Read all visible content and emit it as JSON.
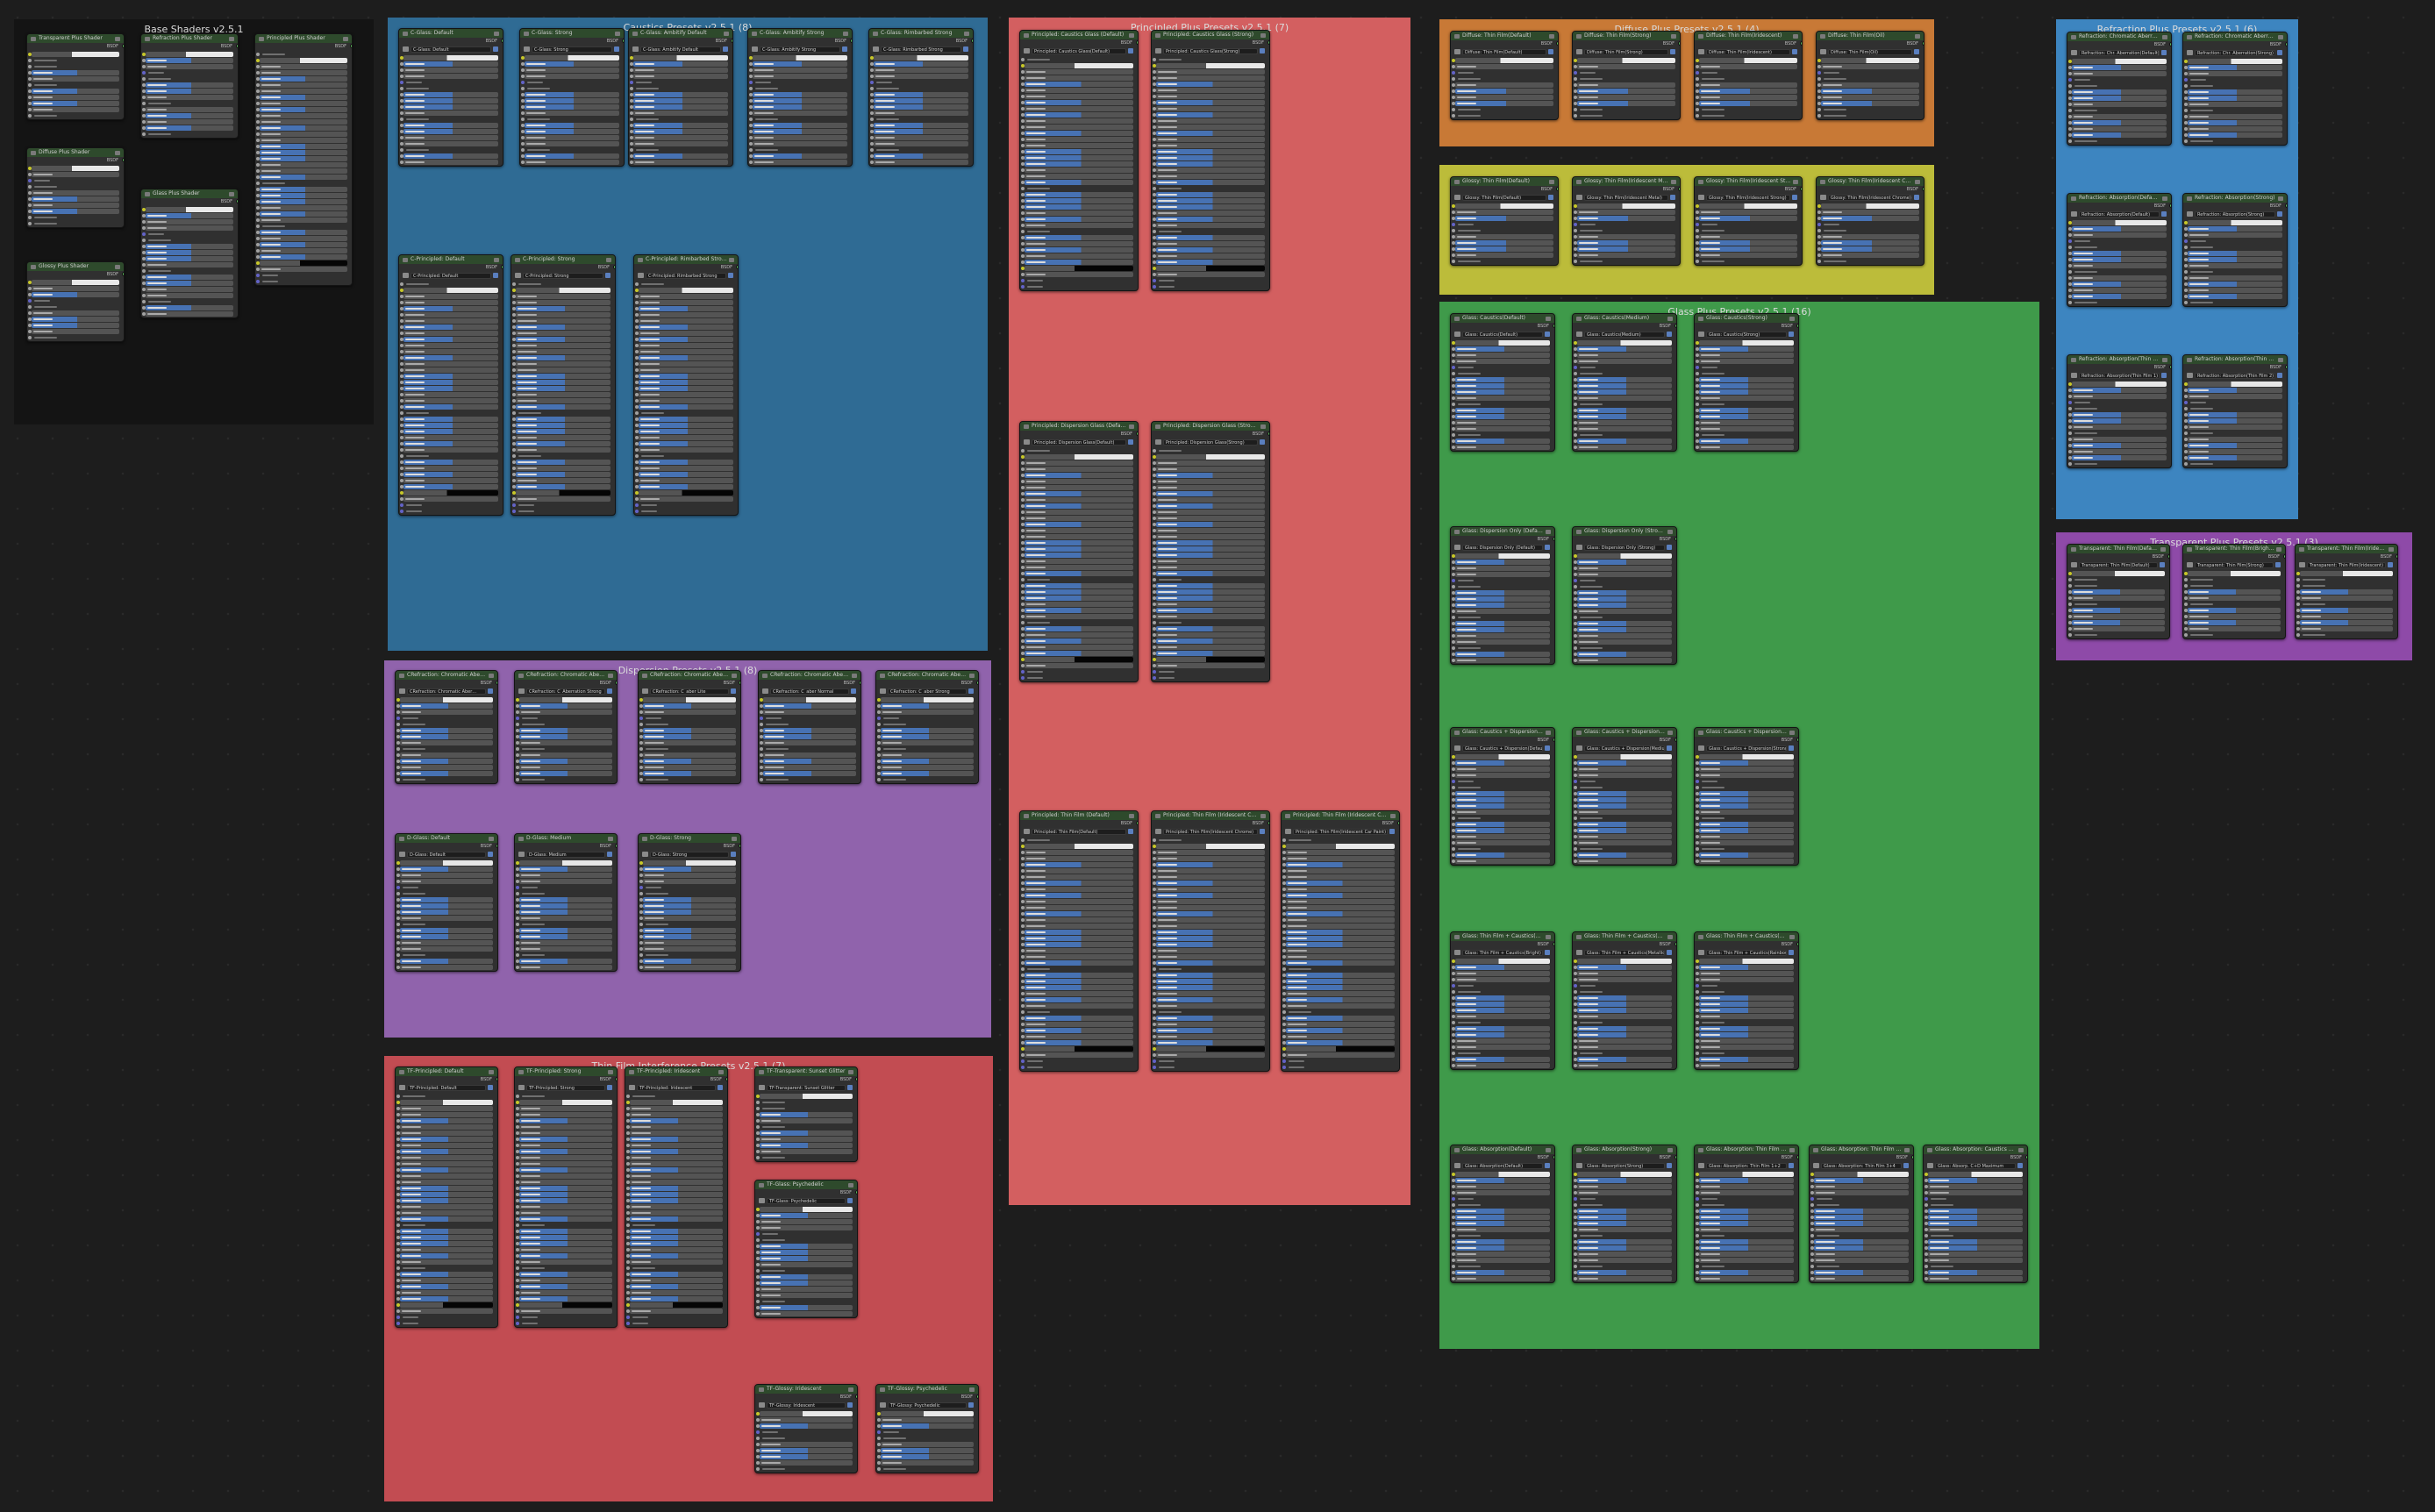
{
  "frames": [
    {
      "id": "base",
      "title": "Base Shaders v2.5.1",
      "color": "#141414",
      "nodes": [
        {
          "title": "Transparent Plus Shader",
          "kind": "trans",
          "rows": 11
        },
        {
          "title": "Diffuse Plus Shader",
          "kind": "diffuse",
          "rows": 10
        },
        {
          "title": "Glossy Plus Shader",
          "kind": "glossy",
          "rows": 10
        },
        {
          "title": "Refraction Plus Shader",
          "kind": "refr",
          "rows": 14
        },
        {
          "title": "Glass Plus Shader",
          "kind": "glass",
          "rows": 18
        },
        {
          "title": "Principled Plus Shader",
          "kind": "principled",
          "rows": 38
        }
      ]
    },
    {
      "id": "caustic",
      "title": "Caustics Presets v2.5.1 (8)",
      "color": "#2f6b94",
      "nodes": [
        {
          "title": "C-Glass: Default",
          "sel": "C-Glass: Default",
          "kind": "glass",
          "rows": 18
        },
        {
          "title": "C-Glass: Strong",
          "sel": "C-Glass: Strong",
          "kind": "glass",
          "rows": 18
        },
        {
          "title": "C-Glass: Ambitify Default",
          "sel": "C-Glass: Ambitify Default",
          "kind": "glass",
          "rows": 18
        },
        {
          "title": "C-Glass: Ambitify Strong",
          "sel": "C-Glass: Ambitify Strong",
          "kind": "glass",
          "rows": 18
        },
        {
          "title": "C-Glass: Rimbarbed Strong",
          "sel": "C-Glass: Rimbarbed Strong",
          "kind": "glass",
          "rows": 18
        },
        {
          "title": "C-Principled: Default",
          "sel": "C-Principled: Default",
          "kind": "principled",
          "rows": 38
        },
        {
          "title": "C-Principled: Strong",
          "sel": "C-Principled: Strong",
          "kind": "principled",
          "rows": 38
        },
        {
          "title": "C-Principled: Rimbarbed Strong",
          "sel": "C-Principled: Rimbarbed Strong",
          "kind": "principled",
          "rows": 38
        }
      ]
    },
    {
      "id": "dispersion",
      "title": "Dispersion Presets v2.5.1 (8)",
      "color": "#9063ac",
      "nodes": [
        {
          "title": "CRefraction: Chromatic Aberration Normal",
          "sel": "CRefraction: Chromatic Aber…",
          "kind": "refr",
          "rows": 14
        },
        {
          "title": "CRefraction: Chromatic Aberration Strong",
          "sel": "CRefraction: C_Aberration Strong",
          "kind": "refr",
          "rows": 14
        },
        {
          "title": "CRefraction: Chromatic Aberration Lite",
          "sel": "CRefraction: C_aber Lite",
          "kind": "refr",
          "rows": 14
        },
        {
          "title": "CRefraction: Chromatic Aberration Normal",
          "sel": "CRefraction: C_aber Normal",
          "kind": "refr",
          "rows": 14
        },
        {
          "title": "CRefraction: Chromatic Aberration Strong",
          "sel": "CRefraction: C_aber Strong",
          "kind": "refr",
          "rows": 14
        },
        {
          "title": "D-Glass: Default",
          "sel": "D-Glass: Default",
          "kind": "glass",
          "rows": 18
        },
        {
          "title": "D-Glass: Medium",
          "sel": "D-Glass: Medium",
          "kind": "glass",
          "rows": 18
        },
        {
          "title": "D-Glass: Strong",
          "sel": "D-Glass: Strong",
          "kind": "glass",
          "rows": 18
        }
      ]
    },
    {
      "id": "thinfilm",
      "title": "Thin Film Interference Presets v2.5.1 (7)",
      "color": "#c24c52",
      "nodes": [
        {
          "title": "TF-Principled: Default",
          "sel": "TF-Principled: Default",
          "kind": "principled",
          "rows": 38
        },
        {
          "title": "TF-Principled: Strong",
          "sel": "TF-Principled: Strong",
          "kind": "principled",
          "rows": 38
        },
        {
          "title": "TF-Principled: Iridescent",
          "sel": "TF-Principled: Iridescent",
          "kind": "principled",
          "rows": 38
        },
        {
          "title": "TF-Transparent: Sunset Glitter",
          "sel": "TF-Transparent: Sunset Glitter",
          "kind": "trans",
          "rows": 11
        },
        {
          "title": "TF-Glass: Psychedelic",
          "sel": "TF-Glass: Psychedelic",
          "kind": "glass",
          "rows": 18
        },
        {
          "title": "TF-Glossy: Iridescent",
          "sel": "TF-Glossy: Iridescent",
          "kind": "glossy",
          "rows": 10
        },
        {
          "title": "TF-Glossy: Psychedelic",
          "sel": "TF-Glossy: Psychedelic",
          "kind": "glossy",
          "rows": 10
        }
      ]
    },
    {
      "id": "principled",
      "title": "Principled Plus Presets v2.5.1 (7)",
      "color": "#d35f60",
      "nodes": [
        {
          "title": "Principled: Caustics Glass (Default)",
          "sel": "Principled: Caustics Glass(Default)",
          "kind": "principled",
          "rows": 38
        },
        {
          "title": "Principled: Caustics Glass (Strong)",
          "sel": "Principled: Caustics Glass(Strong)",
          "kind": "principled",
          "rows": 38
        },
        {
          "title": "Principled: Dispersion Glass (Default)",
          "sel": "Principled: Dispersion Glass(Default)",
          "kind": "principled",
          "rows": 38
        },
        {
          "title": "Principled: Dispersion Glass (Strong)",
          "sel": "Principled: Dispersion Glass(Strong)",
          "kind": "principled",
          "rows": 38
        },
        {
          "title": "Principled: Thin Film (Default)",
          "sel": "Principled: Thin Film(Default)",
          "kind": "principled",
          "rows": 38
        },
        {
          "title": "Principled: Thin Film (Iridescent Chrome)",
          "sel": "Principled: Thin Film(Iridescent Chrome)",
          "kind": "principled",
          "rows": 38
        },
        {
          "title": "Principled: Thin Film (Iridescent Car Paint)",
          "sel": "Principled: Thin Film(Iridescent Car Paint)",
          "kind": "principled",
          "rows": 38
        }
      ]
    },
    {
      "id": "diffuse",
      "title": "Diffuse Plus Presets v2.5.1 (4)",
      "color": "#c87936",
      "nodes": [
        {
          "title": "Diffuse: Thin Film(Default)",
          "sel": "Diffuse: Thin Film(Default)",
          "kind": "diffuse",
          "rows": 10
        },
        {
          "title": "Diffuse: Thin Film(Strong)",
          "sel": "Diffuse: Thin Film(Strong)",
          "kind": "diffuse",
          "rows": 10
        },
        {
          "title": "Diffuse: Thin Film(Iridescent)",
          "sel": "Diffuse: Thin Film(Iridescent)",
          "kind": "diffuse",
          "rows": 10
        },
        {
          "title": "Diffuse: Thin Film(Oil)",
          "sel": "Diffuse: Thin Film(Oil)",
          "kind": "diffuse",
          "rows": 10
        }
      ]
    },
    {
      "id": "glossy",
      "title": "",
      "color": "#bcbc3a",
      "nodes": [
        {
          "title": "Glossy: Thin Film(Default)",
          "sel": "Glossy: Thin Film(Default)",
          "kind": "glossy",
          "rows": 10
        },
        {
          "title": "Glossy: Thin Film(Iridescent Metal)",
          "sel": "Glossy: Thin Film(Iridescent Metal)",
          "kind": "glossy",
          "rows": 10
        },
        {
          "title": "Glossy: Thin Film(Iridescent Strong)",
          "sel": "Glossy: Thin Film(Iridescent Strong)",
          "kind": "glossy",
          "rows": 10
        },
        {
          "title": "Glossy: Thin Film(Iridescent Chrome)",
          "sel": "Glossy: Thin Film(Iridescent Chrome)",
          "kind": "glossy",
          "rows": 10
        }
      ]
    },
    {
      "id": "glass",
      "title": "Glass Plus Presets v2.5.1 (16)",
      "color": "#3f9a4a",
      "nodes": [
        {
          "title": "Glass: Caustics(Default)",
          "sel": "Glass: Caustics(Default)",
          "kind": "glass",
          "rows": 18
        },
        {
          "title": "Glass: Caustics(Medium)",
          "sel": "Glass: Caustics(Medium)",
          "kind": "glass",
          "rows": 18
        },
        {
          "title": "Glass: Caustics(Strong)",
          "sel": "Glass: Caustics(Strong)",
          "kind": "glass",
          "rows": 18
        },
        {
          "title": "Glass: Dispersion Only (Default Ab…",
          "sel": "Glass: Dispersion Only (Default)",
          "kind": "glass",
          "rows": 18
        },
        {
          "title": "Glass: Dispersion Only (Strong Ab…",
          "sel": "Glass: Dispersion Only (Strong)",
          "kind": "glass",
          "rows": 18
        },
        {
          "title": "Glass: Caustics + Dispersion(Default)",
          "sel": "Glass: Caustics + Dispersion(Default)",
          "kind": "glass",
          "rows": 18
        },
        {
          "title": "Glass: Caustics + Dispersion(Medium)",
          "sel": "Glass: Caustics + Dispersion(Medium)",
          "kind": "glass",
          "rows": 18
        },
        {
          "title": "Glass: Caustics + Dispersion(Strong)",
          "sel": "Glass: Caustics + Dispersion(Strong)",
          "kind": "glass",
          "rows": 18
        },
        {
          "title": "Glass: Thin Film + Caustics(Bright Col…",
          "sel": "Glass: Thin Film + Caustics(Bright)",
          "kind": "glass",
          "rows": 18
        },
        {
          "title": "Glass: Thin Film + Caustics(Metallic)",
          "sel": "Glass: Thin Film + Caustics(Metallic)",
          "kind": "glass",
          "rows": 18
        },
        {
          "title": "Glass: Thin Film + Caustics(Rainbow)",
          "sel": "Glass: Thin Film + Caustics(Rainbow)",
          "kind": "glass",
          "rows": 18
        },
        {
          "title": "Glass: Absorption(Default)",
          "sel": "Glass: Absorption(Default)",
          "kind": "glass",
          "rows": 18
        },
        {
          "title": "Glass: Absorption(Strong)",
          "sel": "Glass: Absorption(Strong)",
          "kind": "glass",
          "rows": 18
        },
        {
          "title": "Glass: Absorption: Thin Film 1+2",
          "sel": "Glass: Absorption: Thin Film 1+2",
          "kind": "glass",
          "rows": 18
        },
        {
          "title": "Glass: Absorption: Thin Film 3+4",
          "sel": "Glass: Absorption: Thin Film 3+4",
          "kind": "glass",
          "rows": 18
        },
        {
          "title": "Glass: Absorption: Caustics + Dispersion",
          "sel": "Glass: Absorp. C+D Maximum",
          "kind": "glass",
          "rows": 18
        }
      ]
    },
    {
      "id": "refraction",
      "title": "Refraction Plus Presets v2.5.1 (6)",
      "color": "#3d85c0",
      "nodes": [
        {
          "title": "Refraction: Chromatic Aberration(Default)",
          "sel": "Refraction: Chr. Aberration(Default)",
          "kind": "refr",
          "rows": 14
        },
        {
          "title": "Refraction: Chromatic Aberration(Strong)",
          "sel": "Refraction: Chr. Aberration(Strong)",
          "kind": "refr",
          "rows": 14
        },
        {
          "title": "Refraction: Absorption(Default)",
          "sel": "Refraction: Absorption(Default)",
          "kind": "refr",
          "rows": 14
        },
        {
          "title": "Refraction: Absorption(Strong)",
          "sel": "Refraction: Absorption(Strong)",
          "kind": "refr",
          "rows": 14
        },
        {
          "title": "Refraction: Absorption(Thin Film 1)",
          "sel": "Refraction: Absorption(Thin Film 1)",
          "kind": "refr",
          "rows": 14
        },
        {
          "title": "Refraction: Absorption(Thin Film 2)",
          "sel": "Refraction: Absorption(Thin Film 2)",
          "kind": "refr",
          "rows": 14
        }
      ]
    },
    {
      "id": "transparent",
      "title": "Transparent Plus Presets v2.5.1 (3)",
      "color": "#8e4aa8",
      "nodes": [
        {
          "title": "Transparent: Thin Film(Default Bright)",
          "sel": "Transparent: Thin Film(Default)",
          "kind": "trans",
          "rows": 11
        },
        {
          "title": "Transparent: Thin Film(Bright Strong)",
          "sel": "Transparent: Thin Film(Strong)",
          "kind": "trans",
          "rows": 11
        },
        {
          "title": "Transparent: Thin Film(Iridescent)",
          "sel": "Transparent: Thin Film(Iridescent)",
          "kind": "trans",
          "rows": 11
        }
      ]
    }
  ],
  "ui": {
    "bsdf_label": "BSDF"
  }
}
